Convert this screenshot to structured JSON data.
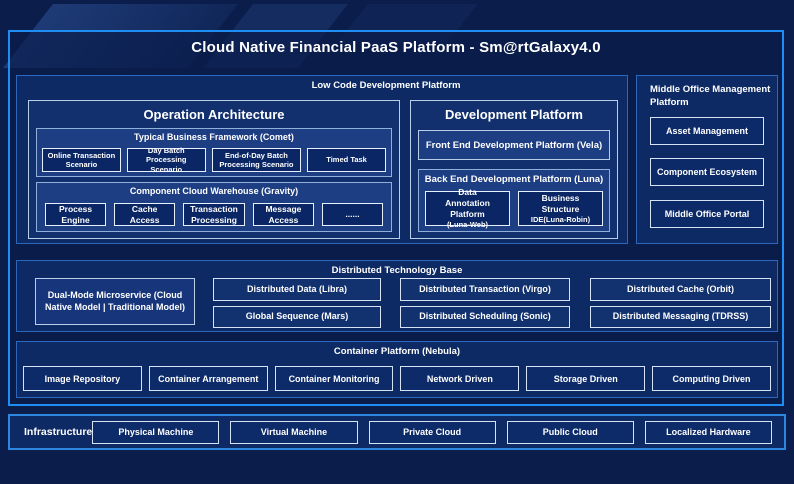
{
  "title": "Cloud Native Financial PaaS Platform - Sm@rtGalaxy4.0",
  "colors": {
    "background": "#0a1d4b",
    "frame_border": "#1f8ef2",
    "section_border": "#2b67bd",
    "item_border": "#e8f0fb",
    "text": "#ffffff"
  },
  "low_code": {
    "label": "Low Code Development Platform",
    "operation_architecture": {
      "title": "Operation Architecture",
      "comet": {
        "label": "Typical Business Framework (Comet)",
        "items": [
          "Online Transaction Scenario",
          "Day Batch Processing Scenario",
          "End-of-Day Batch Processing Scenario",
          "Timed Task"
        ]
      },
      "gravity": {
        "label": "Component Cloud Warehouse (Gravity)",
        "items": [
          "Process Engine",
          "Cache Access",
          "Transaction Processing",
          "Message Access",
          "......"
        ]
      }
    },
    "development_platform": {
      "title": "Development Platform",
      "front_end_label": "Front End Development Platform (Vela)",
      "back_end": {
        "label": "Back End Development Platform (Luna)",
        "items": [
          {
            "title": "Data Annotation Platform",
            "sub": "(Luna-Web)"
          },
          {
            "title": "Business Structure",
            "sub": "IDE(Luna-Robin)"
          }
        ]
      }
    }
  },
  "middle_office": {
    "label": "Middle Office Management Platform",
    "items": [
      "Asset Management",
      "Component Ecosystem",
      "Middle Office Portal"
    ]
  },
  "distributed": {
    "label": "Distributed Technology Base",
    "dual_mode_label": "Dual-Mode Microservice (Cloud Native Model | Traditional Model)",
    "items": [
      "Distributed Data (Libra)",
      "Global Sequence (Mars)",
      "Distributed Transaction (Virgo)",
      "Distributed Scheduling (Sonic)",
      "Distributed Cache (Orbit)",
      "Distributed Messaging (TDRSS)"
    ]
  },
  "container_platform": {
    "label": "Container Platform (Nebula)",
    "items": [
      "Image Repository",
      "Container Arrangement",
      "Container Monitoring",
      "Network Driven",
      "Storage Driven",
      "Computing Driven"
    ]
  },
  "infrastructure": {
    "label": "Infrastructure",
    "items": [
      "Physical Machine",
      "Virtual Machine",
      "Private Cloud",
      "Public Cloud",
      "Localized Hardware"
    ]
  }
}
